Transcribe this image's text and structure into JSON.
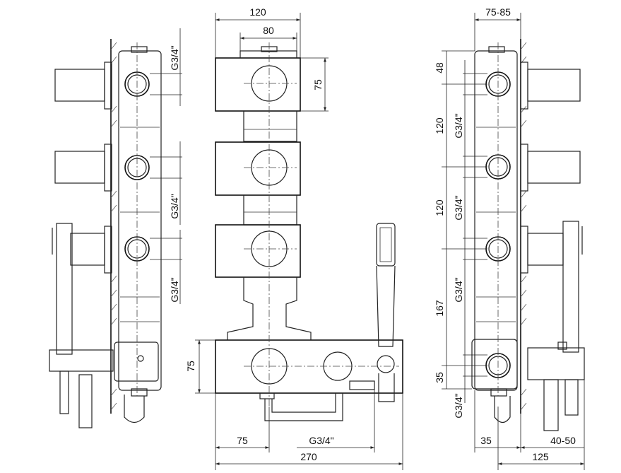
{
  "dimensions": {
    "front_width_total": "120",
    "front_width_top": "80",
    "front_module_height": "75",
    "front_lower_height": "75",
    "front_offset": "75",
    "front_outlet_thread": "G3/4\"",
    "front_width_overall": "270",
    "left_thread_1": "G3/4\"",
    "left_thread_2": "G3/4\"",
    "left_thread_3": "G3/4\"",
    "right_depth": "75-85",
    "right_top_offset": "48",
    "right_spacing_1": "120",
    "right_thread_1": "G3/4\"",
    "right_spacing_2": "120",
    "right_thread_2": "G3/4\"",
    "right_spacing_3": "167",
    "right_thread_3": "G3/4\"",
    "right_bottom_offset": "35",
    "right_thread_4": "G3/4\"",
    "right_base_35": "35",
    "right_base_range": "40-50",
    "right_base_total": "125"
  }
}
